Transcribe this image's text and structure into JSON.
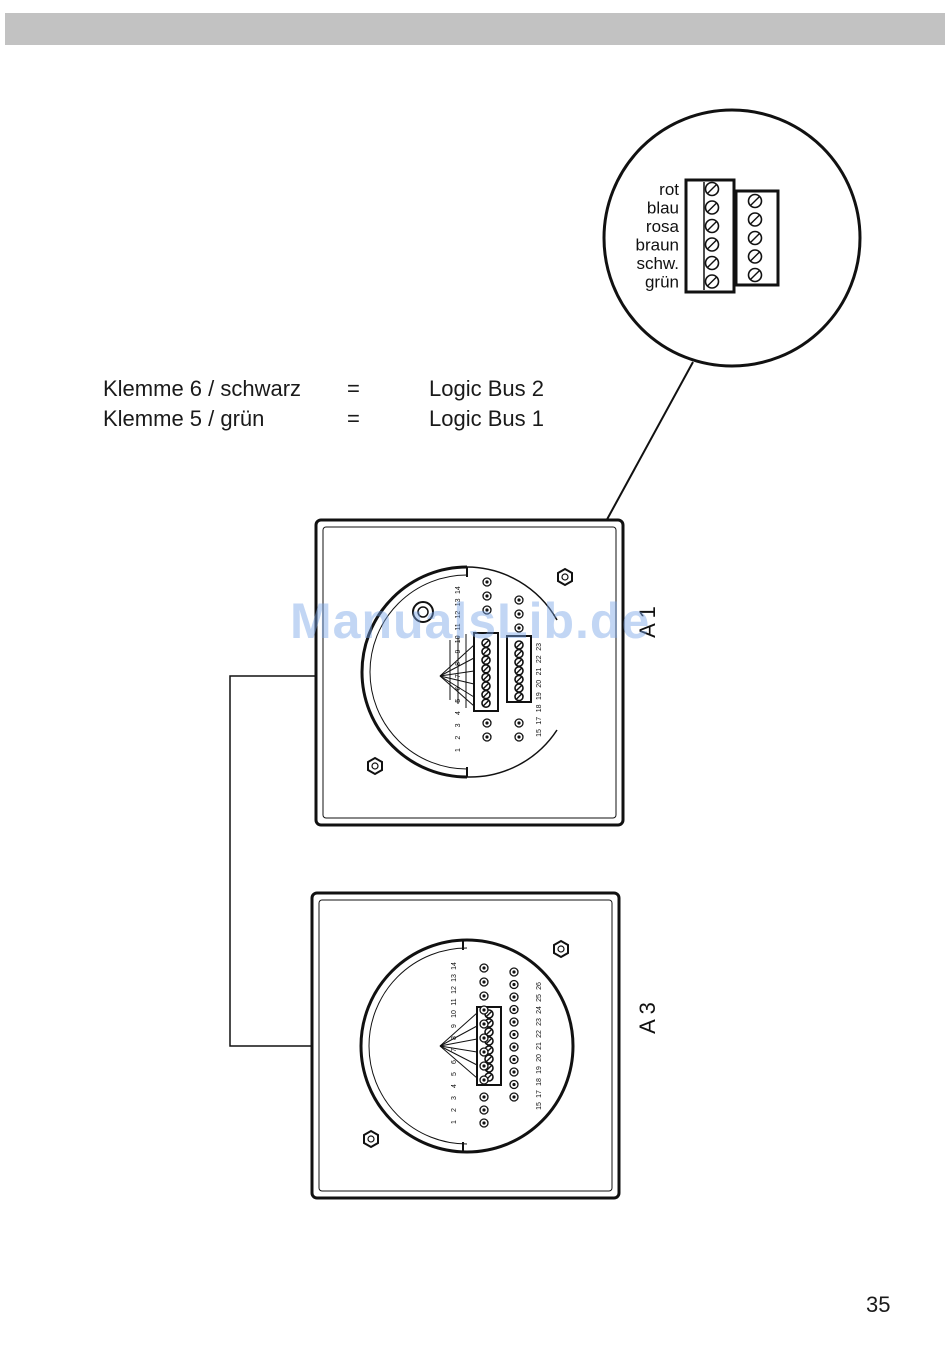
{
  "legend": [
    {
      "terminal": "Klemme 6 / schwarz",
      "equals": "=",
      "bus": "Logic Bus 2"
    },
    {
      "terminal": "Klemme 5 / grün",
      "equals": "=",
      "bus": "Logic Bus 1"
    }
  ],
  "detail_wire_colors": [
    "rot",
    "blau",
    "rosa",
    "braun",
    "schw.",
    "grün"
  ],
  "device_labels": {
    "upper": "A 1",
    "lower": "A 3"
  },
  "terminal_numbers": {
    "left_upper": [
      "1",
      "2",
      "3",
      "4",
      "5",
      "6",
      "7",
      "8",
      "9",
      "10",
      "11",
      "12",
      "13",
      "14"
    ],
    "right_upper": [
      "15",
      "17",
      "18",
      "19",
      "20",
      "21",
      "22",
      "23"
    ],
    "left_lower": [
      "1",
      "2",
      "3",
      "4",
      "5",
      "6",
      "7",
      "8",
      "9",
      "10",
      "11",
      "12",
      "13",
      "14"
    ],
    "right_lower": [
      "15",
      "17",
      "18",
      "19",
      "20",
      "21",
      "22",
      "23",
      "24",
      "25",
      "26"
    ]
  },
  "watermark": "ManualsLib.de",
  "page_number": "35"
}
